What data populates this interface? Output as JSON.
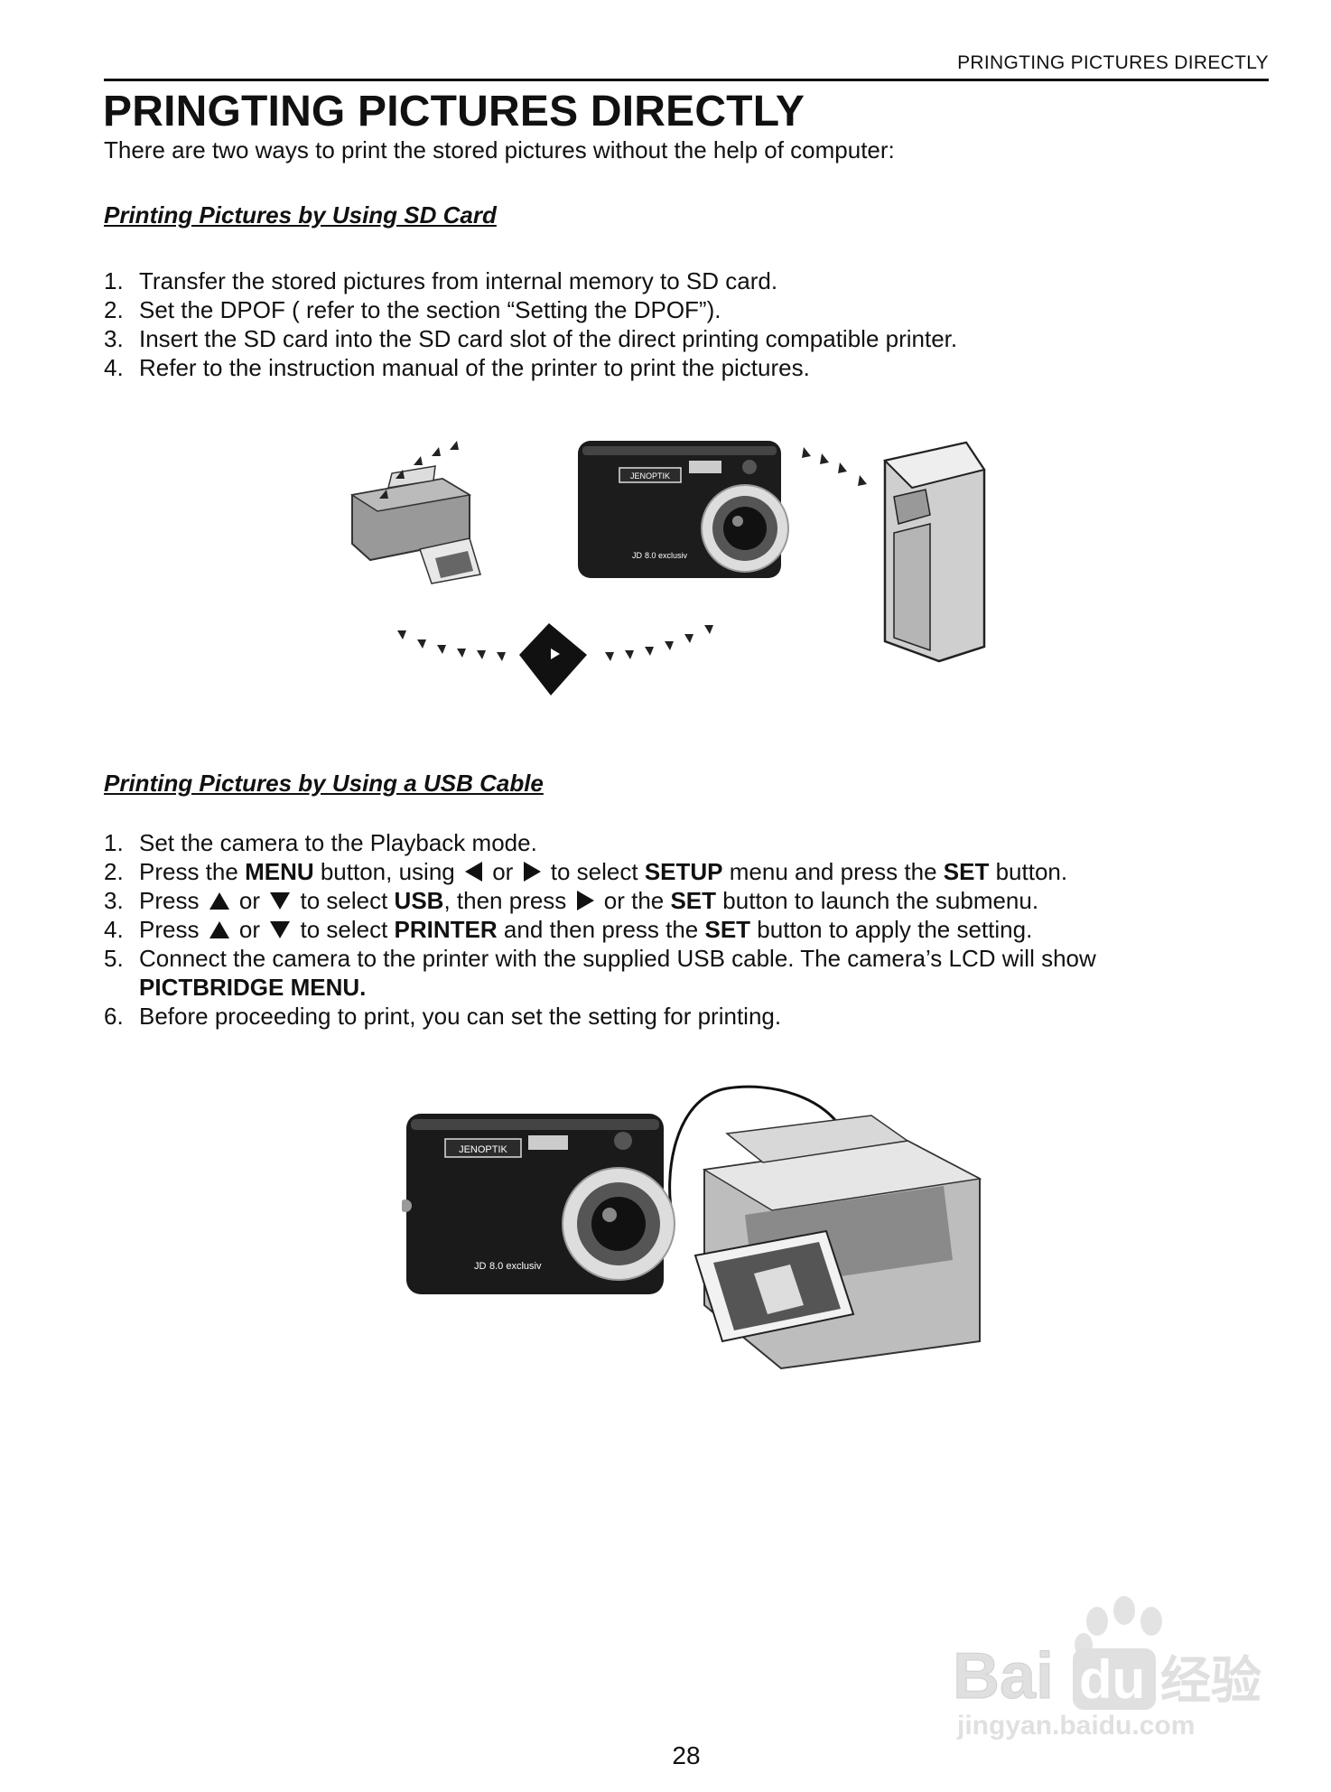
{
  "header": {
    "running_title": "PRINGTING PICTURES DIRECTLY"
  },
  "title": "PRINGTING PICTURES DIRECTLY",
  "intro": "There are two ways to print the stored pictures without the help of computer:",
  "sd_section": {
    "heading": "Printing Pictures by Using SD Card",
    "steps": [
      {
        "num": "1.",
        "text": "Transfer the stored pictures from internal memory to SD card."
      },
      {
        "num": "2.",
        "text": "Set the DPOF ( refer to the section “Setting the DPOF”)."
      },
      {
        "num": "3.",
        "text": "Insert the SD card into the SD card slot of the direct printing compatible printer."
      },
      {
        "num": "4.",
        "text": "Refer to the instruction manual of the printer to print the pictures."
      }
    ],
    "camera_brand": "JENOPTIK",
    "camera_model_small": "JD",
    "camera_model": "8.0 exclusiv"
  },
  "usb_section": {
    "heading": "Printing Pictures by Using a USB Cable",
    "steps": {
      "s1": {
        "num": "1.",
        "text": "Set the camera to the Playback mode."
      },
      "s2": {
        "num": "2.",
        "a": "Press the ",
        "b1": "MENU",
        "c": " button, using ",
        "d": " or ",
        "e": " to select ",
        "b2": "SETUP",
        "f": " menu and press the ",
        "b3": "SET",
        "g": " button."
      },
      "s3": {
        "num": "3.",
        "a": "Press ",
        "d": " or ",
        "e": " to select ",
        "b1": "USB",
        "f": ", then press ",
        "g": " or the ",
        "b2": "SET",
        "h": " button to launch the submenu."
      },
      "s4": {
        "num": "4.",
        "a": "Press ",
        "d": " or ",
        "e": " to select ",
        "b1": "PRINTER",
        "f": " and then press the ",
        "b2": "SET",
        "g": " button to apply the setting."
      },
      "s5": {
        "num": "5.",
        "text": "Connect the camera to the printer with the supplied USB cable. The camera’s LCD will show",
        "b1": "PICTBRIDGE MENU."
      },
      "s6": {
        "num": "6.",
        "text": "Before proceeding to print, you can set the setting for printing."
      }
    },
    "camera_brand": "JENOPTIK",
    "camera_model_small": "JD",
    "camera_model": "8.0 exclusiv"
  },
  "icons": [
    "arrow-left-icon",
    "arrow-right-icon",
    "arrow-up-icon",
    "arrow-down-icon"
  ],
  "page_number": "28",
  "watermark": {
    "brand": "Bai",
    "brand2": "du",
    "cn": "经验",
    "url": "jingyan.baidu.com"
  }
}
